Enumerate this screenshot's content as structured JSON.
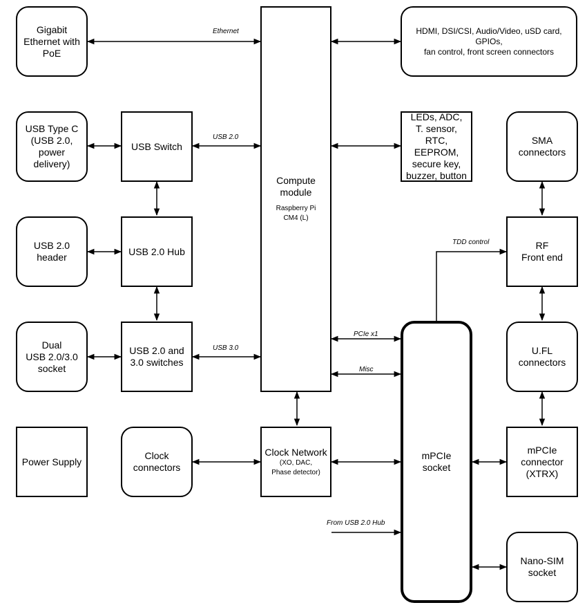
{
  "boxes": {
    "ethernet": {
      "lines": [
        "Gigabit",
        "Ethernet with",
        "PoE"
      ]
    },
    "hdmi": {
      "lines": [
        "HDMI, DSI/CSI, Audio/Video, uSD card,",
        "GPIOs,",
        "fan control, front screen connectors"
      ]
    },
    "usb_type_c": {
      "lines": [
        "USB Type C",
        "(USB 2.0,",
        "power",
        "delivery)"
      ]
    },
    "usb_switch": {
      "lines": [
        "USB Switch"
      ]
    },
    "leds": {
      "lines": [
        "LEDs, ADC,",
        "T. sensor,",
        "RTC,",
        "EEPROM,",
        "secure key,",
        "buzzer, button"
      ]
    },
    "sma": {
      "lines": [
        "SMA",
        "connectors"
      ]
    },
    "usb2_header": {
      "lines": [
        "USB 2.0",
        "header"
      ]
    },
    "usb2_hub": {
      "lines": [
        "USB 2.0 Hub"
      ]
    },
    "compute": {
      "lines": [
        "Compute",
        "module"
      ],
      "sub_lines": [
        "Raspberry Pi",
        "CM4 (L)"
      ]
    },
    "rf": {
      "lines": [
        "RF",
        "Front end"
      ]
    },
    "dual_usb": {
      "lines": [
        "Dual",
        "USB 2.0/3.0",
        "socket"
      ]
    },
    "usb_switches": {
      "lines": [
        "USB 2.0 and",
        "3.0 switches"
      ]
    },
    "ufl": {
      "lines": [
        "U.FL",
        "connectors"
      ]
    },
    "power": {
      "lines": [
        "Power Supply"
      ]
    },
    "clock_conn": {
      "lines": [
        "Clock",
        "connectors"
      ]
    },
    "clock_net": {
      "lines": [
        "Clock Network"
      ],
      "sub_lines": [
        "(XO, DAC,",
        "Phase detector)"
      ]
    },
    "mpcie_socket": {
      "lines": [
        "mPCIe",
        "socket"
      ]
    },
    "mpcie_conn": {
      "lines": [
        "mPCIe",
        "connector",
        "(XTRX)"
      ]
    },
    "nanosim": {
      "lines": [
        "Nano-SIM",
        "socket"
      ]
    }
  },
  "labels": {
    "ethernet": "Ethernet",
    "usb20": "USB 2.0",
    "usb30": "USB 3.0",
    "tdd": "TDD control",
    "pcie": "PCIe x1",
    "misc": "Misc",
    "from_hub": "From USB 2.0 Hub"
  }
}
